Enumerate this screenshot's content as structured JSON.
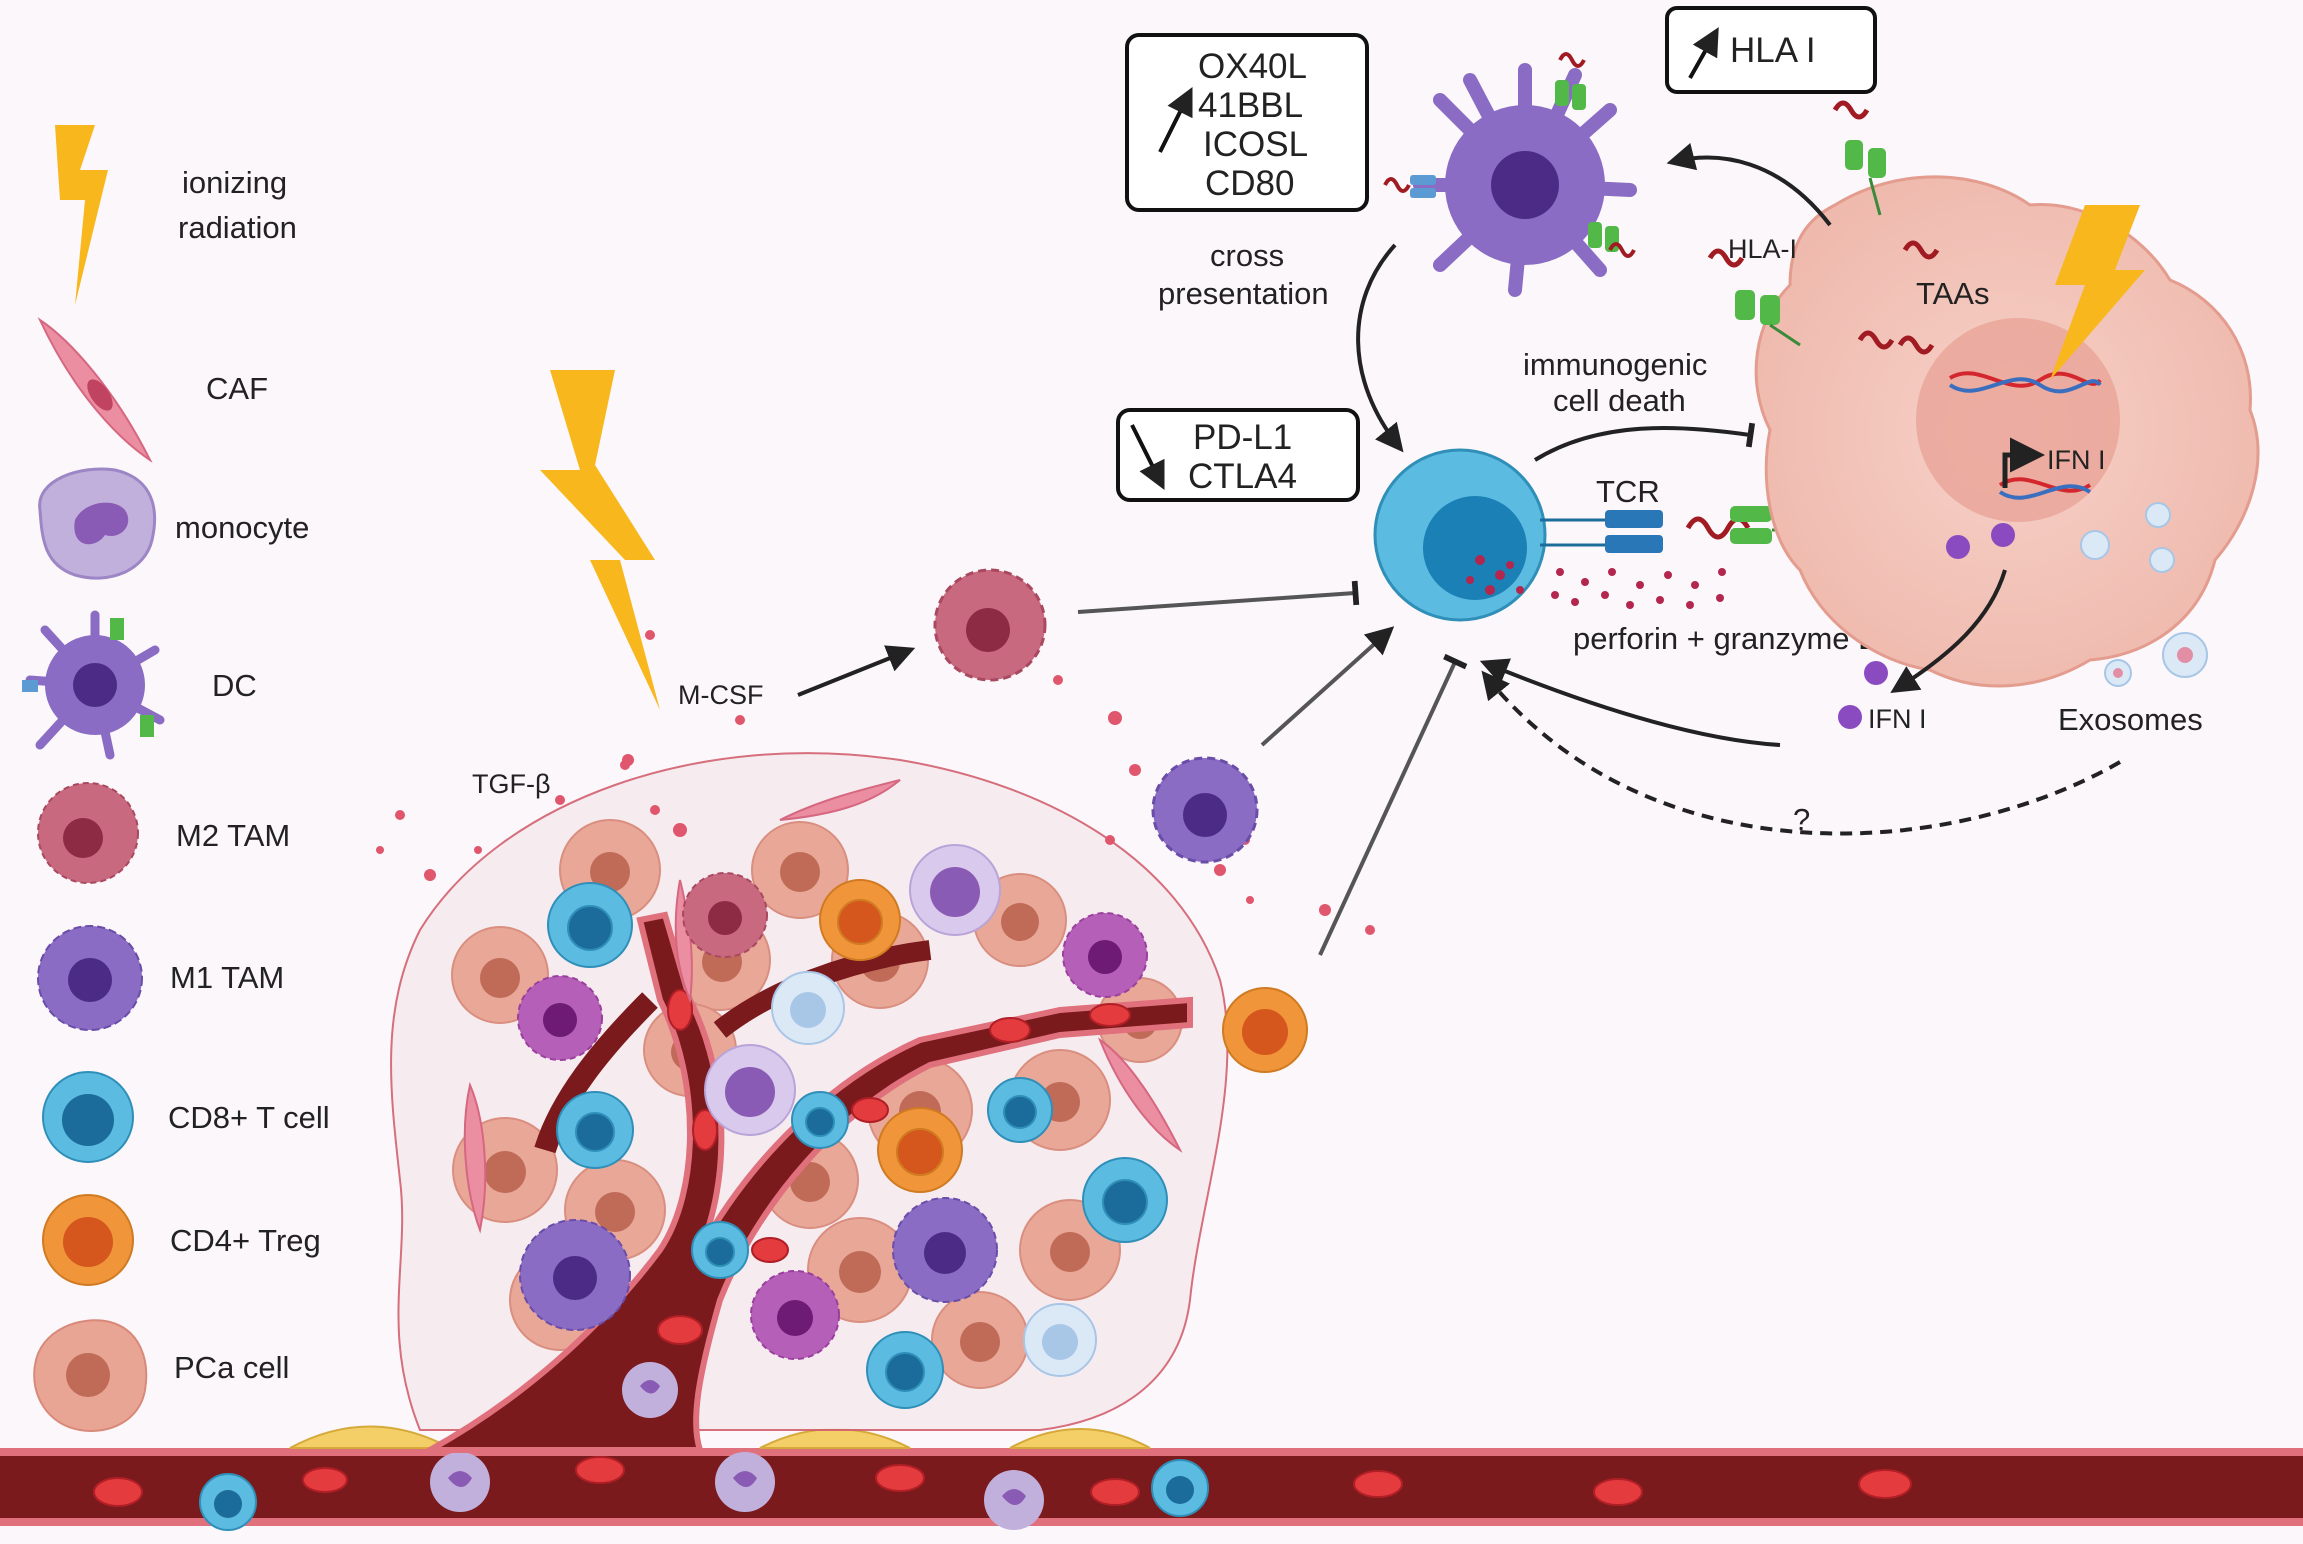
{
  "legend": [
    {
      "line1": "ionizing",
      "line2": "radiation",
      "icon": "lightning-icon"
    },
    {
      "label": "CAF",
      "icon": "caf-cell-icon"
    },
    {
      "label": "monocyte",
      "icon": "monocyte-icon"
    },
    {
      "label": "DC",
      "icon": "dendritic-cell-icon"
    },
    {
      "label": "M2 TAM",
      "icon": "m2-tam-icon"
    },
    {
      "label": "M1 TAM",
      "icon": "m1-tam-icon"
    },
    {
      "label": "CD8+ T cell",
      "icon": "cd8-t-cell-icon"
    },
    {
      "label": "CD4+ Treg",
      "icon": "cd4-treg-icon"
    },
    {
      "label": "PCa cell",
      "icon": "pca-cell-icon"
    }
  ],
  "boxes": {
    "costim": [
      "OX40L",
      "41BBL",
      "ICOSL",
      "CD80"
    ],
    "checkpoint": [
      "PD-L1",
      "CTLA4"
    ],
    "hla": "HLA I"
  },
  "labels": {
    "cross_presentation_1": "cross",
    "cross_presentation_2": "presentation",
    "icd_1": "immunogenic",
    "icd_2": "cell death",
    "tcr": "TCR",
    "hla_i": "HLA-I",
    "taas": "TAAs",
    "ifn_i_nucleus": "IFN I",
    "perforin": "perforin + granzyme B",
    "ifn_i": "IFN I",
    "exosomes": "Exosomes",
    "question": "?",
    "mcsf": "M-CSF",
    "tgfb": "TGF-β"
  },
  "colors": {
    "radiation": "#f8b71c",
    "cd8": "#5bbbe0",
    "treg": "#f0953a",
    "dc": "#8a6cc4",
    "m2": "#c9697f",
    "pca": "#e9a593",
    "vessel": "#7a1a1c",
    "tumor_cell": "#f4c8c0"
  }
}
